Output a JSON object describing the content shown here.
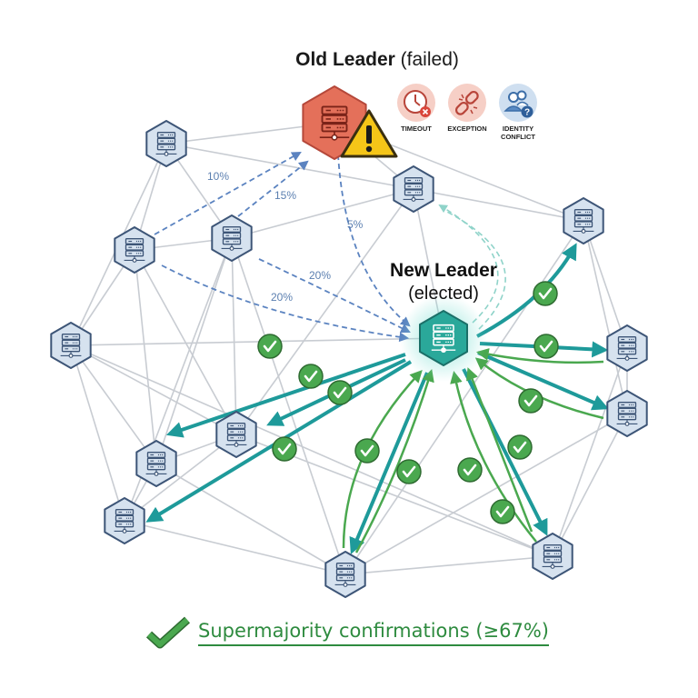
{
  "old_leader": {
    "title_bold": "Old Leader",
    "title_status": "(failed)",
    "warning_icon": "warning-triangle-icon",
    "failure_reasons": [
      {
        "label": "TIMEOUT",
        "icon": "clock-icon"
      },
      {
        "label": "EXCEPTION",
        "icon": "broken-link-icon"
      },
      {
        "label": "IDENTITY CONFLICT",
        "icon": "users-question-icon"
      }
    ]
  },
  "new_leader": {
    "title": "New Leader",
    "status": "(elected)"
  },
  "vote_percentages": {
    "node_a_to_old": "10%",
    "node_b_to_old": "15%",
    "old_to_new": "5%",
    "node_b_to_new": "20%",
    "node_a_to_new": "20%"
  },
  "footer": {
    "label": "Supermajority confirmations (≥67%)"
  },
  "colors": {
    "old_leader": "#e4705a",
    "warning": "#f5c518",
    "new_leader": "#2aa89a",
    "confirm_green": "#4aa84f",
    "teal_arrow": "#1e9a9a",
    "vote_dashed": "#5b83c0",
    "node_fill": "#d6e2ef",
    "node_stroke": "#3d5577",
    "mesh_line": "#c8ccd2"
  }
}
